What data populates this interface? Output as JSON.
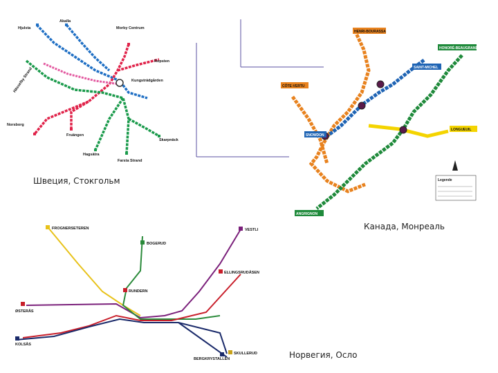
{
  "slide": {
    "captions": {
      "stockholm": "Швеция, Стокгольм",
      "montreal": "Канада, Монреаль",
      "oslo": "Норвегия, Осло"
    }
  },
  "stockholm_map": {
    "stations": {
      "hjulsta": "Hjulsta",
      "akalla": "Akalla",
      "morby": "Morby Centrum",
      "ropsten": "Ropsten",
      "hasselby": "Hässelby Strand",
      "norsborg": "Norsborg",
      "fruangen": "Fruängen",
      "kungstradgarden": "Kungsträdgården",
      "skarpnack": "Skarpnäck",
      "farsta": "Farsta Strand",
      "hagsatra": "Hagsätra"
    },
    "colors": {
      "blue": "#1f6fc4",
      "red": "#e0234a",
      "green": "#1a9a4b",
      "pink": "#e35aa0",
      "accent": "#cc0000"
    }
  },
  "montreal_map": {
    "stations": {
      "henri": "HENRI-BOURASSA",
      "honore": "HONORÉ-BEAUGRAND",
      "cote_vertu": "CÔTE-VERTU",
      "snowdon": "SNOWDON",
      "st_michel": "SAINT-MICHEL",
      "longueuil": "LONGUEUIL",
      "angrignon": "ANGRIGNON",
      "legend_title": "Legende"
    },
    "colors": {
      "orange": "#e8821e",
      "green": "#1f8a3b",
      "blue": "#1f64b4",
      "yellow": "#f4d400",
      "purple": "#5a4fa0"
    }
  },
  "oslo_map": {
    "stations": {
      "frognerseteren": "FROGNERSETEREN",
      "vestli": "VESTLI",
      "bogerud": "BOGERUD",
      "ellingsrudasen": "ELLINGSRUDÅSEN",
      "ostras": "ØSTERÅS",
      "kolsas": "KOLSÅS",
      "bergkrystallen": "BERGKRYSTALLEN",
      "skullerud": "SKULLERUD",
      "rundern": "RUNDERN"
    },
    "colors": {
      "yellow": "#e8c21a",
      "purple": "#7a1f7a",
      "green": "#2a8a3a",
      "red": "#c81e2a",
      "darkblue": "#1a2a6a"
    }
  }
}
